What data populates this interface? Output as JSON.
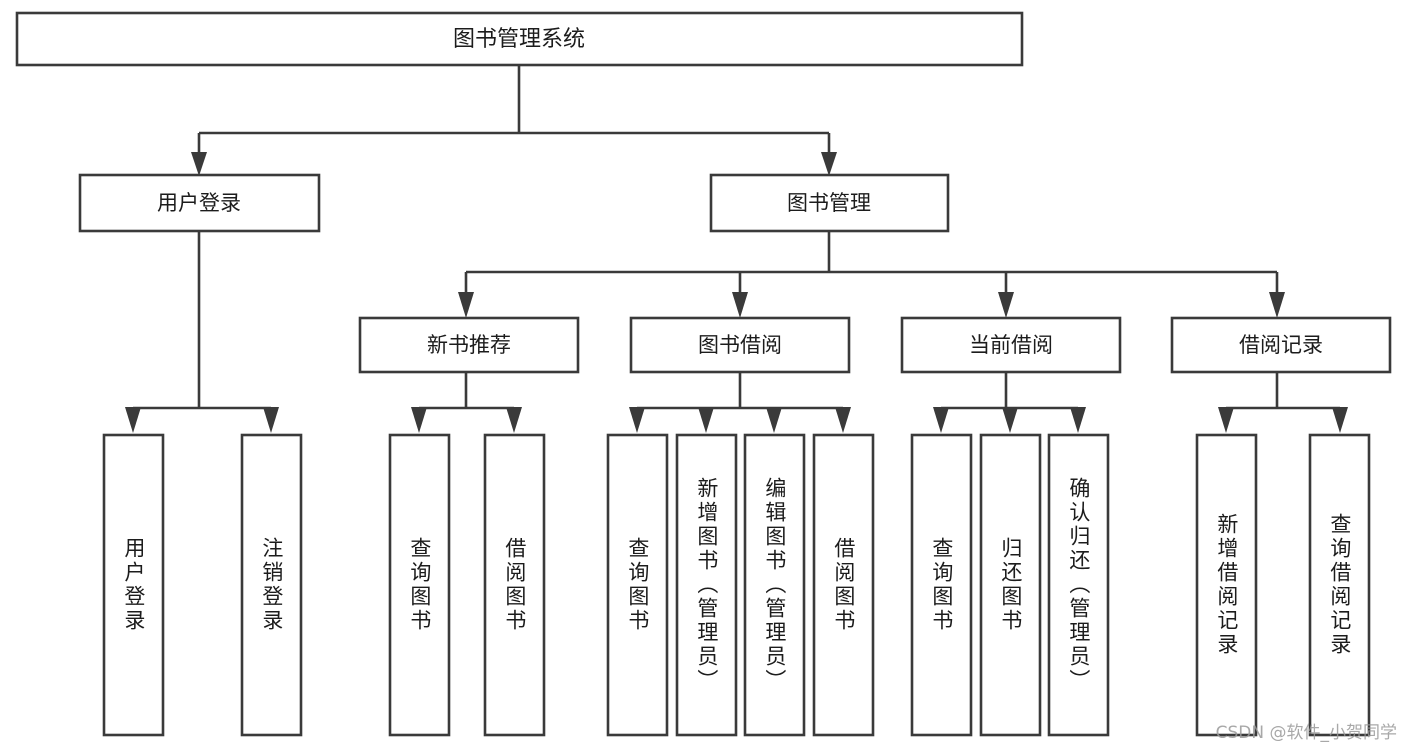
{
  "diagram": {
    "type": "tree",
    "title": "图书管理系统",
    "watermark": "CSDN @软件_小贺同学",
    "colors": {
      "stroke": "#3a3a3a",
      "fill": "#ffffff",
      "text": "#1c1c1c",
      "background": "#ffffff",
      "watermark": "#9a9a9a"
    },
    "root": {
      "label": "图书管理系统"
    },
    "level1": [
      {
        "label": "用户登录"
      },
      {
        "label": "图书管理"
      }
    ],
    "level2": [
      {
        "label": "新书推荐"
      },
      {
        "label": "图书借阅"
      },
      {
        "label": "当前借阅"
      },
      {
        "label": "借阅记录"
      }
    ],
    "leaves": [
      {
        "label": "用户登录",
        "parent": "用户登录"
      },
      {
        "label": "注销登录",
        "parent": "用户登录"
      },
      {
        "label": "查询图书",
        "parent": "新书推荐"
      },
      {
        "label": "借阅图书",
        "parent": "新书推荐"
      },
      {
        "label": "查询图书",
        "parent": "图书借阅"
      },
      {
        "label": "新增图书（管理员）",
        "parent": "图书借阅"
      },
      {
        "label": "编辑图书（管理员）",
        "parent": "图书借阅"
      },
      {
        "label": "借阅图书",
        "parent": "图书借阅"
      },
      {
        "label": "查询图书",
        "parent": "当前借阅"
      },
      {
        "label": "归还图书",
        "parent": "当前借阅"
      },
      {
        "label": "确认归还（管理员）",
        "parent": "当前借阅"
      },
      {
        "label": "新增借阅记录",
        "parent": "借阅记录"
      },
      {
        "label": "查询借阅记录",
        "parent": "借阅记录"
      }
    ]
  }
}
